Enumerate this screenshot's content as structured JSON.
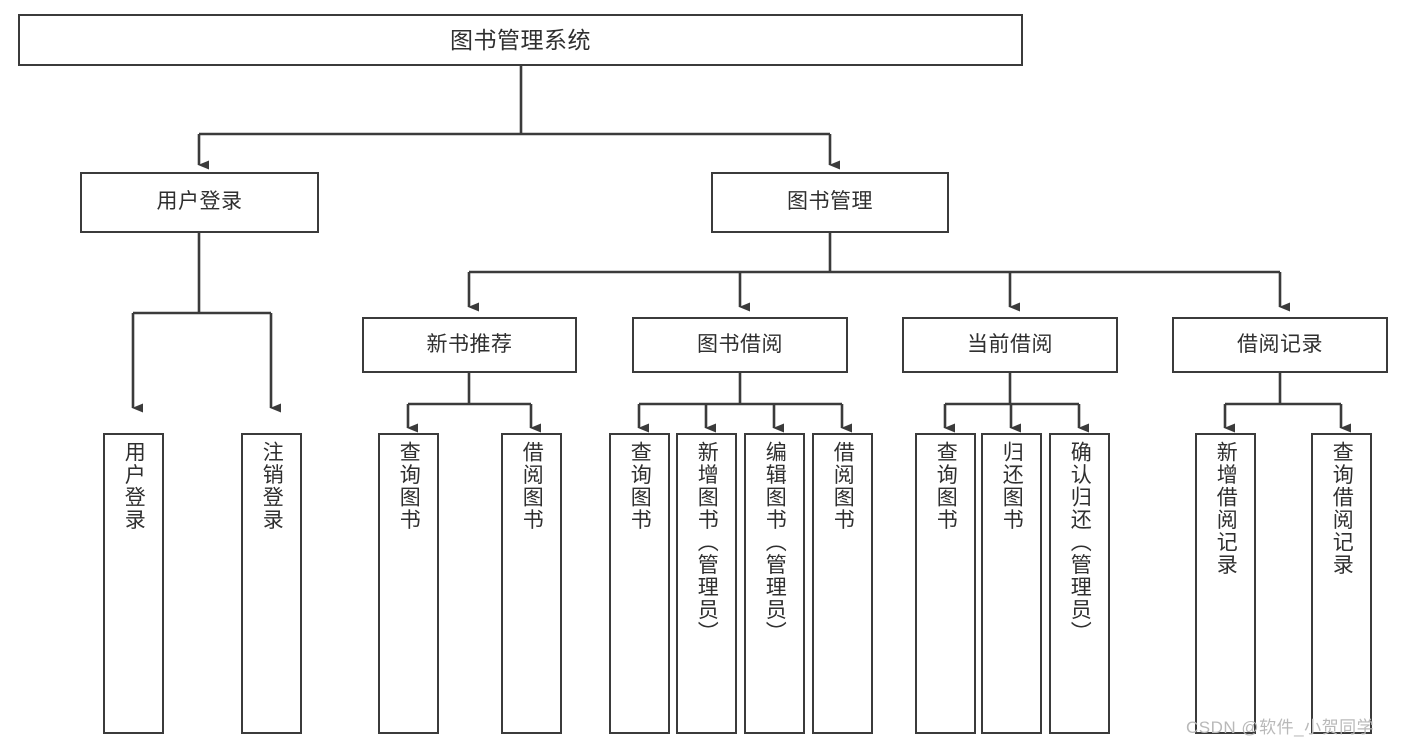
{
  "diagram": {
    "title": "图书管理系统",
    "type": "functional-structure-tree",
    "root": {
      "id": "root",
      "label": "图书管理系统"
    },
    "level2": [
      {
        "id": "user-login",
        "label": "用户登录"
      },
      {
        "id": "book-manage",
        "label": "图书管理"
      }
    ],
    "level3": [
      {
        "id": "new-book-rec",
        "label": "新书推荐",
        "parent": "book-manage"
      },
      {
        "id": "book-borrow",
        "label": "图书借阅",
        "parent": "book-manage"
      },
      {
        "id": "current-borrow",
        "label": "当前借阅",
        "parent": "book-manage"
      },
      {
        "id": "borrow-record",
        "label": "借阅记录",
        "parent": "book-manage"
      }
    ],
    "leaves": [
      {
        "id": "leaf-user-login",
        "label": "用户登录",
        "parent": "user-login"
      },
      {
        "id": "leaf-logout-login",
        "label": "注销登录",
        "parent": "user-login"
      },
      {
        "id": "leaf-query-book-1",
        "label": "查询图书",
        "parent": "new-book-rec"
      },
      {
        "id": "leaf-borrow-book-1",
        "label": "借阅图书",
        "parent": "new-book-rec"
      },
      {
        "id": "leaf-query-book-2",
        "label": "查询图书",
        "parent": "book-borrow"
      },
      {
        "id": "leaf-add-book",
        "label": "新增图书（管理员）",
        "parent": "book-borrow"
      },
      {
        "id": "leaf-edit-book",
        "label": "编辑图书（管理员）",
        "parent": "book-borrow"
      },
      {
        "id": "leaf-borrow-book-2",
        "label": "借阅图书",
        "parent": "book-borrow"
      },
      {
        "id": "leaf-query-book-3",
        "label": "查询图书",
        "parent": "current-borrow"
      },
      {
        "id": "leaf-return-book",
        "label": "归还图书",
        "parent": "current-borrow"
      },
      {
        "id": "leaf-confirm-return",
        "label": "确认归还（管理员）",
        "parent": "current-borrow"
      },
      {
        "id": "leaf-add-record",
        "label": "新增借阅记录",
        "parent": "borrow-record"
      },
      {
        "id": "leaf-query-record",
        "label": "查询借阅记录",
        "parent": "borrow-record"
      }
    ],
    "watermark": "CSDN @软件_小贺同学",
    "colors": {
      "box_border": "#3b3b3b",
      "box_fill": "#ffffff",
      "text": "#2f2f2f",
      "connector": "#3b3b3b",
      "watermark": "#b9b9b9",
      "background": "#ffffff"
    }
  }
}
